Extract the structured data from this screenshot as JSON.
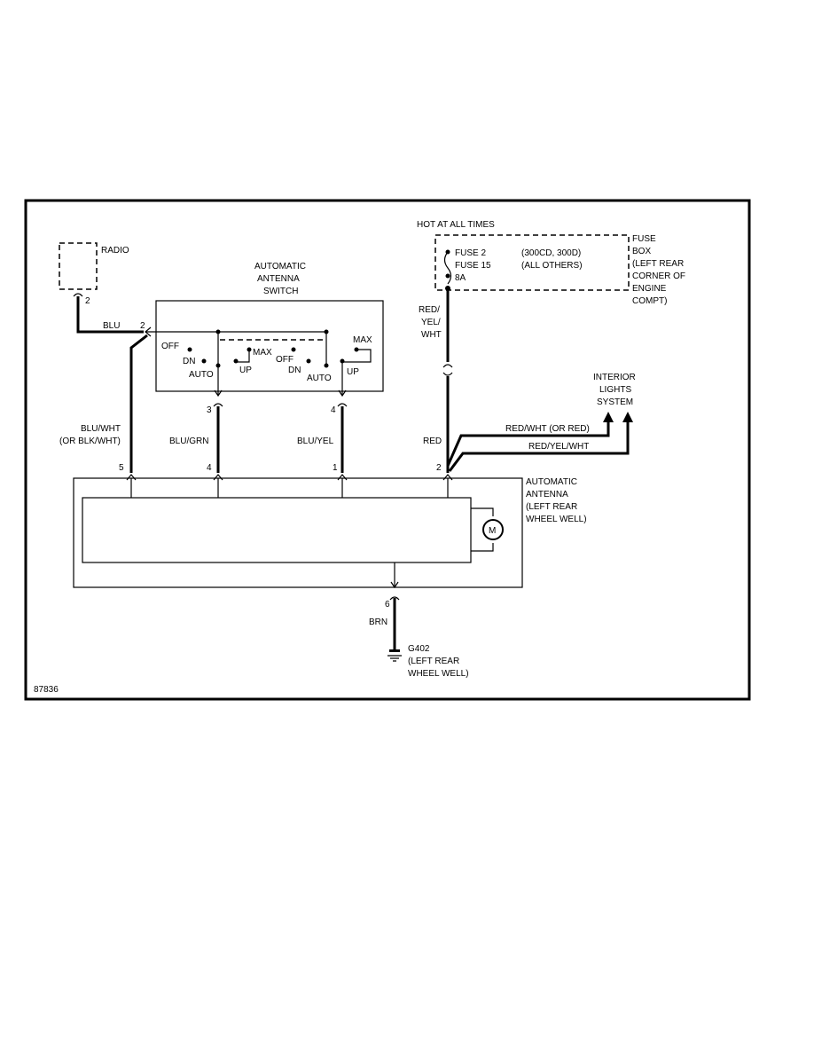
{
  "labels": {
    "radio": "RADIO",
    "radio_pin": "2",
    "switch_line1": "AUTOMATIC",
    "switch_line2": "ANTENNA",
    "switch_line3": "SWITCH",
    "switch_pin_2": "2",
    "switch_pin_3": "3",
    "switch_pin_4": "4",
    "sw_off_left": "OFF",
    "sw_dn_left": "DN",
    "sw_auto_left": "AUTO",
    "sw_up_left": "UP",
    "sw_max_left": "MAX",
    "sw_off_right": "OFF",
    "sw_dn_right": "DN",
    "sw_auto_right": "AUTO",
    "sw_up_right": "UP",
    "sw_max_right": "MAX",
    "hot_at_all_times": "HOT AT ALL TIMES",
    "fuse2": "FUSE 2",
    "fuse15": "FUSE 15",
    "fuse_amp": "8A",
    "fuse_models_1": "(300CD, 300D)",
    "fuse_models_2": "(ALL OTHERS)",
    "fusebox_1": "FUSE",
    "fusebox_2": "BOX",
    "fusebox_3": "(LEFT REAR",
    "fusebox_4": "CORNER OF",
    "fusebox_5": "ENGINE",
    "fusebox_6": "COMPT)",
    "wire_blu": "BLU",
    "wire_red_yel_wht_1": "RED/",
    "wire_red_yel_wht_2": "YEL/",
    "wire_red_yel_wht_3": "WHT",
    "interior_1": "INTERIOR",
    "interior_2": "LIGHTS",
    "interior_3": "SYSTEM",
    "wire_red_wht_or_red": "RED/WHT (OR RED)",
    "wire_red_yel_wht": "RED/YEL/WHT",
    "wire_blu_wht_1": "BLU/WHT",
    "wire_blu_wht_2": "(OR BLK/WHT)",
    "wire_blu_grn": "BLU/GRN",
    "wire_blu_yel": "BLU/YEL",
    "wire_red": "RED",
    "ant_pin_5": "5",
    "ant_pin_4": "4",
    "ant_pin_1": "1",
    "ant_pin_2": "2",
    "antenna_1": "AUTOMATIC",
    "antenna_2": "ANTENNA",
    "antenna_3": "(LEFT REAR",
    "antenna_4": "WHEEL WELL)",
    "motor": "M",
    "ground_pin": "6",
    "wire_brn": "BRN",
    "ground_1": "G402",
    "ground_2": "(LEFT REAR",
    "ground_3": "WHEEL WELL)",
    "diagram_id": "87836"
  }
}
